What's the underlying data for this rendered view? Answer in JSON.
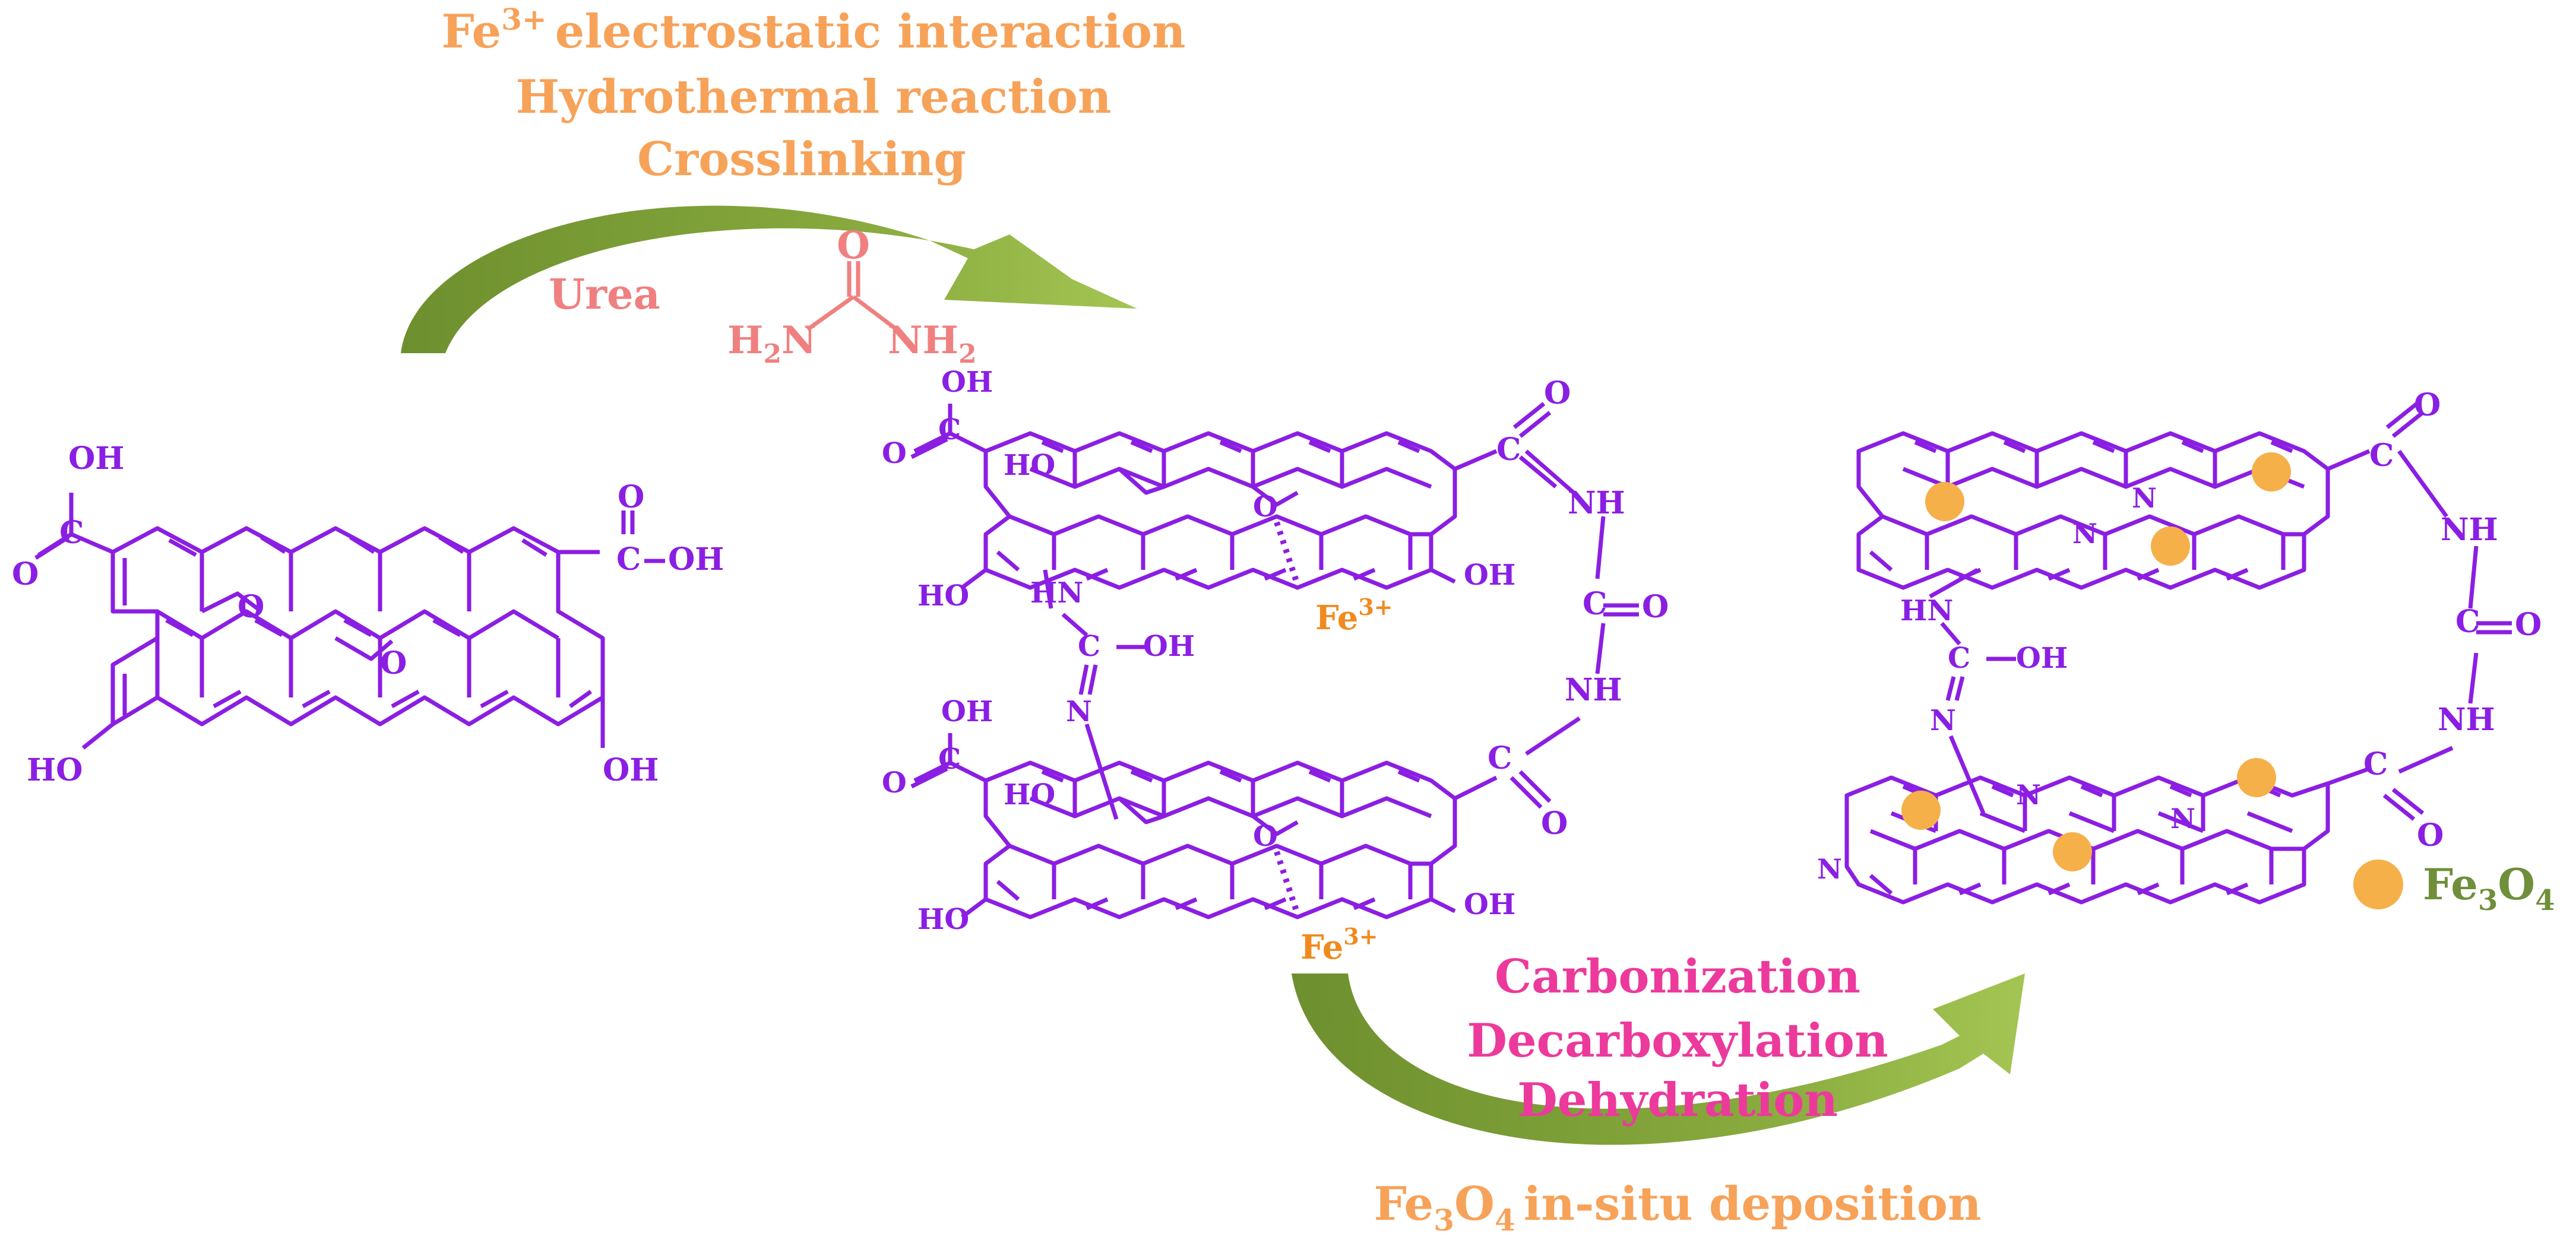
{
  "colors": {
    "molecule": "#8B1EE3",
    "arrow_green": "#7A9A35",
    "text_orange": "#F7A259",
    "text_pink": "#F08080",
    "text_magenta": "#EC3A9C",
    "legend_green": "#6F8F3A",
    "fe_ion": "#F08A1E",
    "nanoparticle": "#F6B04A"
  },
  "step1": {
    "label_fe": "Fe",
    "label_fe_charge": "3+",
    "label_line1": "electrostatic interaction",
    "label_line2": "Hydrothermal reaction",
    "label_line3": "Crosslinking",
    "reagent_name": "Urea",
    "reagent_formula": {
      "o": "O",
      "h2n": "H",
      "h2n_sub": "2",
      "h2n_n": "N",
      "nh2": "NH",
      "nh2_sub": "2"
    }
  },
  "step2": {
    "line1": "Carbonization",
    "line2": "Decarboxylation",
    "line3": "Dehydration",
    "deposition_fe": "Fe",
    "deposition_sub3": "3",
    "deposition_o": "O",
    "deposition_sub4": "4",
    "deposition_rest": "in-situ deposition"
  },
  "go_molecule": {
    "cooh_left_oh": "OH",
    "cooh_left_o": "O",
    "cooh_left_c": "C",
    "cooh_right_o": "O",
    "cooh_right_c": "C",
    "cooh_right_oh": "OH",
    "epoxy_1": "O",
    "epoxy_2": "O",
    "oh_bottom_left": "HO",
    "oh_bottom_right": "OH"
  },
  "crosslinked_molecule": {
    "top_cooh_oh": "OH",
    "top_cooh_o": "O",
    "top_cooh_c": "C",
    "top_ho": "HO",
    "top_epoxy": "O",
    "top_ho_left": "HO",
    "top_oh_right": "OH",
    "top_fe": "Fe",
    "top_fe_charge": "3+",
    "bridge_hn": "HN",
    "bridge_c": "C",
    "bridge_oh": "OH",
    "bridge_n": "N",
    "bot_cooh_oh": "OH",
    "bot_cooh_o": "O",
    "bot_cooh_c": "C",
    "bot_ho": "HO",
    "bot_epoxy": "O",
    "bot_ho_left": "HO",
    "bot_oh_right": "OH",
    "bot_fe": "Fe",
    "bot_fe_charge": "3+",
    "chain_c1": "C",
    "chain_o1": "O",
    "chain_nh1": "NH",
    "chain_c2": "C",
    "chain_o2": "O",
    "chain_nh2": "NH",
    "chain_c3": "C",
    "chain_o3": "O"
  },
  "product_molecule": {
    "n_top_1": "N",
    "n_top_2": "N",
    "bridge_hn": "HN",
    "bridge_c": "C",
    "bridge_oh": "OH",
    "bridge_n": "N",
    "n_bot_1": "N",
    "n_bot_2": "N",
    "n_bot_3": "N",
    "chain_c1": "C",
    "chain_o1": "O",
    "chain_nh1": "NH",
    "chain_c2": "C",
    "chain_o2": "O",
    "chain_nh2": "NH",
    "chain_c3": "C",
    "chain_o3": "O"
  },
  "legend": {
    "fe": "Fe",
    "sub3": "3",
    "o": "O",
    "sub4": "4"
  }
}
